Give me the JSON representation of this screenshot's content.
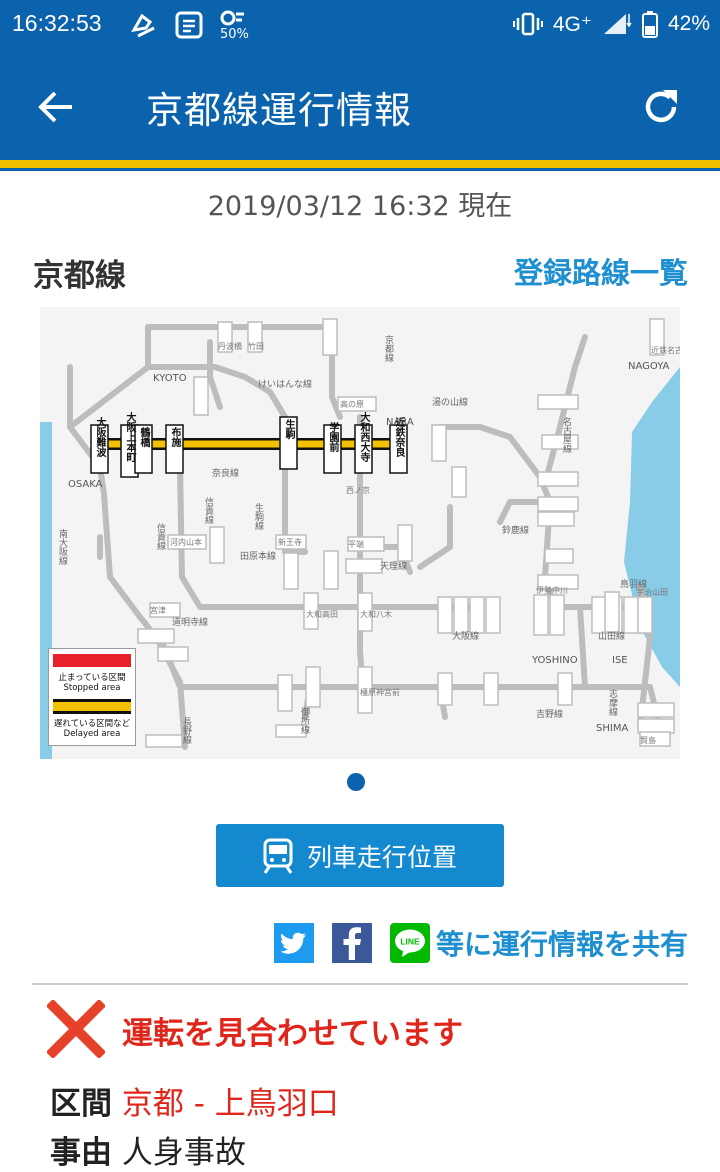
{
  "status_bar": {
    "time": "16:32:53",
    "small_label": "50%",
    "network": "4G⁺",
    "battery": "42%"
  },
  "app_bar": {
    "title": "京都線運行情報",
    "back_icon": "arrow-left-icon",
    "refresh_icon": "refresh-icon"
  },
  "timestamp": "2019/03/12 16:32 現在",
  "line_name": "京都線",
  "registered_routes_link": "登録路線一覧",
  "map": {
    "stations": {
      "osaka_namba": "大阪難波",
      "osaka_uehommachi": "大阪上本町",
      "tsuruhashi": "鶴橋",
      "fuse": "布施",
      "ikoma": "生駒",
      "gakuenmae": "学園前",
      "yamato_saidaiji": "大和西大寺",
      "kintetsu_nara": "近鉄奈良"
    },
    "city_labels": [
      "KYOTO",
      "OSAKA",
      "NARA",
      "NAGOYA",
      "YOSHINO",
      "ISE",
      "SHIMA"
    ],
    "line_labels": [
      "奈良線",
      "大阪線",
      "吉野線",
      "山田線",
      "鈴鹿線",
      "南大阪線",
      "長野線",
      "道明寺線",
      "田原本線",
      "天理線",
      "生駒線",
      "信貴線",
      "けいはんな線",
      "湯の山線",
      "鳥羽線",
      "志摩線",
      "御所線",
      "京都線",
      "信貴線",
      "名古屋線"
    ],
    "minor_labels": [
      "近鉄名古屋",
      "大和八木",
      "伊勢中川",
      "宇治山田",
      "賢島",
      "橿原神宮前",
      "大和高田",
      "河内山本",
      "平端",
      "新王寺",
      "丹波橋",
      "竹田",
      "宮津",
      "高の原",
      "西ノ京"
    ],
    "legend": {
      "stopped_jp": "止まっている区間",
      "stopped_en": "Stopped area",
      "delayed_jp": "遅れている区間など",
      "delayed_en": "Delayed area"
    },
    "colors": {
      "stopped": "#e8202a",
      "delayed": "#f2c200",
      "track": "#bdbdbd",
      "sea": "#88cce8"
    }
  },
  "train_position_button": "列車走行位置",
  "share": {
    "text": "等に運行情報を共有",
    "icons": [
      "twitter-icon",
      "facebook-icon",
      "line-icon"
    ],
    "line_icon_text": "LINE"
  },
  "alert": {
    "message": "運転を見合わせています",
    "section_label": "区間",
    "section_value": "京都 - 上鳥羽口",
    "reason_label": "事由",
    "reason_value": "人身事故"
  }
}
